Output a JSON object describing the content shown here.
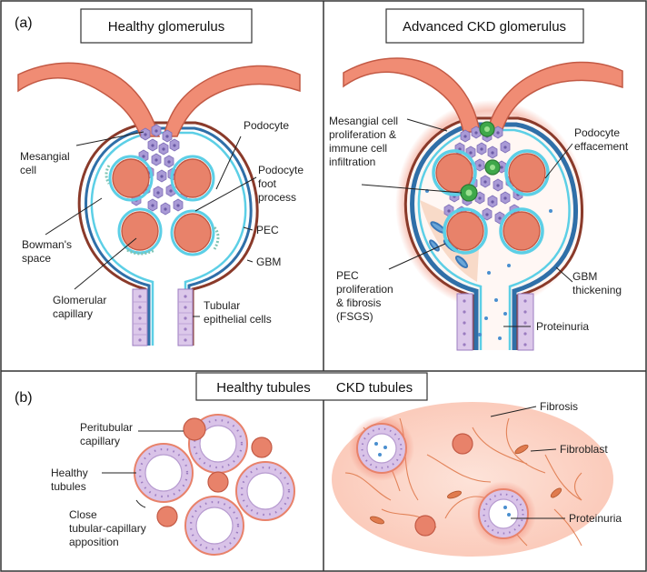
{
  "panel_a": {
    "tag": "(a)",
    "left_title": "Healthy glomerulus",
    "right_title": "Advanced CKD glomerulus",
    "left_labels": {
      "mesangial": [
        "Mesangial",
        "cell"
      ],
      "bowman": [
        "Bowman's",
        "space"
      ],
      "capillary": [
        "Glomerular",
        "capillary"
      ],
      "podocyte": [
        "Podocyte"
      ],
      "foot": [
        "Podocyte",
        "foot",
        "process"
      ],
      "pec": [
        "PEC"
      ],
      "gbm": [
        "GBM"
      ],
      "tubular": [
        "Tubular",
        "epithelial cells"
      ]
    },
    "right_labels": {
      "mesangial": [
        "Mesangial cell",
        "proliferation &",
        "immune cell",
        "infiltration"
      ],
      "pec": [
        "PEC",
        "proliferation",
        "& fibrosis",
        "(FSGS)"
      ],
      "effacement": [
        "Podocyte",
        "effacement"
      ],
      "gbm": [
        "GBM",
        "thickening"
      ],
      "proteinuria": [
        "Proteinuria"
      ]
    }
  },
  "panel_b": {
    "tag": "(b)",
    "left_title": "Healthy tubules",
    "right_title": "CKD tubules",
    "left_labels": {
      "peritubular": [
        "Peritubular",
        "capillary"
      ],
      "healthy": [
        "Healthy",
        "tubules"
      ],
      "close": [
        "Close",
        "tubular-capillary",
        "apposition"
      ]
    },
    "right_labels": {
      "fibrosis": [
        "Fibrosis"
      ],
      "fibroblast": [
        "Fibroblast"
      ],
      "proteinuria": [
        "Proteinuria"
      ]
    }
  },
  "colors": {
    "capillary": "#e8826a",
    "capillary_dark": "#c35a45",
    "podocyte": "#5ccfe6",
    "mesangial": "#a99ad6",
    "tubule": "#dcc8ea",
    "fibrosis": "#fbd4c6",
    "immune": "#3fa84a",
    "gbm": "#2f6fa8",
    "frame": "#333333"
  }
}
